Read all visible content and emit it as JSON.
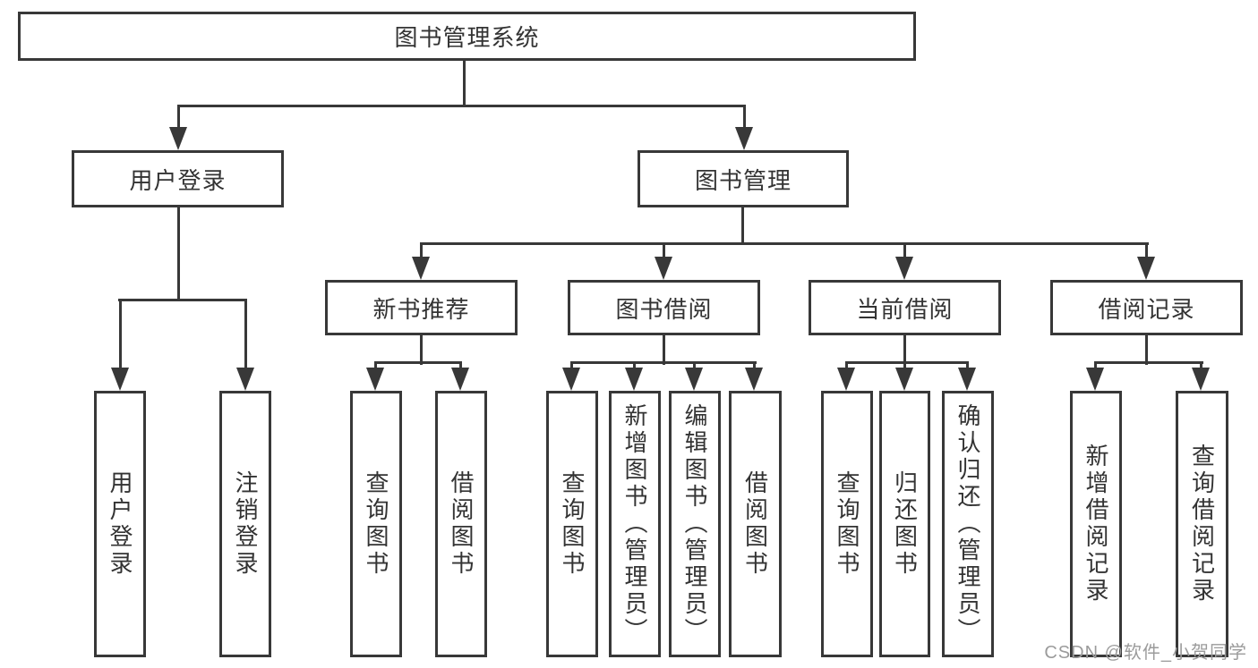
{
  "tree": {
    "root_label": "图书管理系统",
    "level1": {
      "user_login": "用户登录",
      "book_management": "图书管理"
    },
    "level2": {
      "new_books": "新书推荐",
      "borrowing": "图书借阅",
      "current": "当前借阅",
      "records": "借阅记录"
    },
    "leaves": {
      "user_login": [
        "用户登录",
        "注销登录"
      ],
      "new_books": [
        "查询图书",
        "借阅图书"
      ],
      "borrowing": [
        "查询图书",
        "新增图书（管理员）",
        "编辑图书（管理员）",
        "借阅图书"
      ],
      "current": [
        "查询图书",
        "归还图书",
        "确认归还（管理员）"
      ],
      "records": [
        "新增借阅记录",
        "查询借阅记录"
      ]
    }
  },
  "watermark": "CSDN @软件_小贺同学",
  "colors": {
    "line": "#383838",
    "text": "#333333",
    "background": "#ffffff",
    "watermark": "#9b9b9b"
  }
}
